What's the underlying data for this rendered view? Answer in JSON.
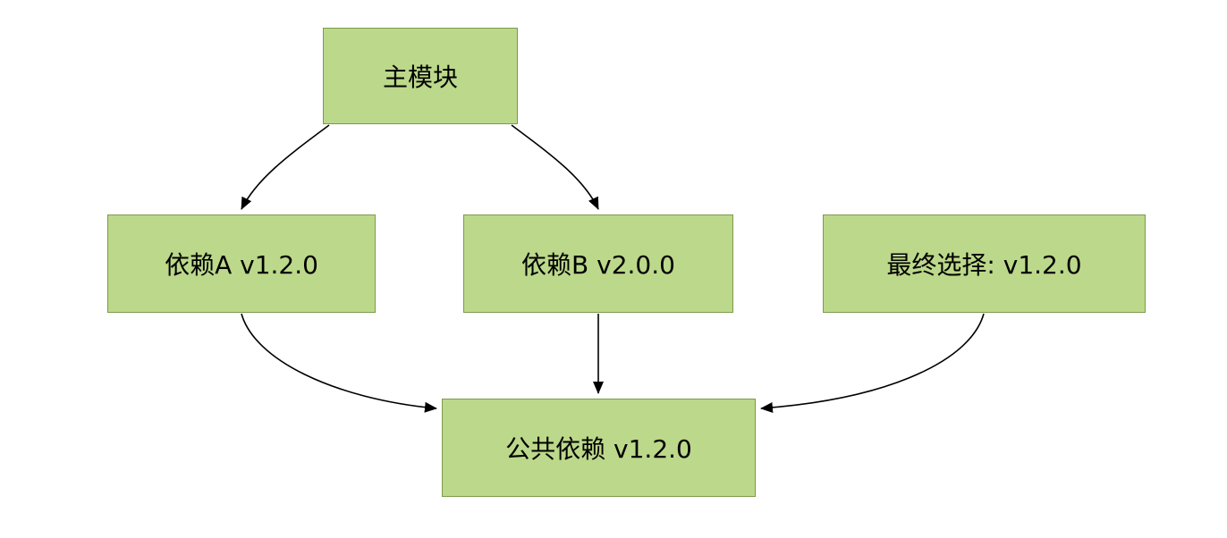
{
  "diagram": {
    "title": "dependency-resolution-diagram",
    "nodes": {
      "main": {
        "label": "主模块"
      },
      "depA": {
        "label": "依赖A v1.2.0"
      },
      "depB": {
        "label": "依赖B v2.0.0"
      },
      "final": {
        "label": "最终选择: v1.2.0"
      },
      "common": {
        "label": "公共依赖 v1.2.0"
      }
    },
    "edges": [
      {
        "from": "main",
        "to": "depA"
      },
      {
        "from": "main",
        "to": "depB"
      },
      {
        "from": "depA",
        "to": "common"
      },
      {
        "from": "depB",
        "to": "common"
      },
      {
        "from": "final",
        "to": "common"
      }
    ],
    "colors": {
      "node_fill": "#bcd88a",
      "node_border": "#7d9a4b",
      "arrow": "#000000",
      "background": "#ffffff",
      "text": "#000000"
    }
  }
}
